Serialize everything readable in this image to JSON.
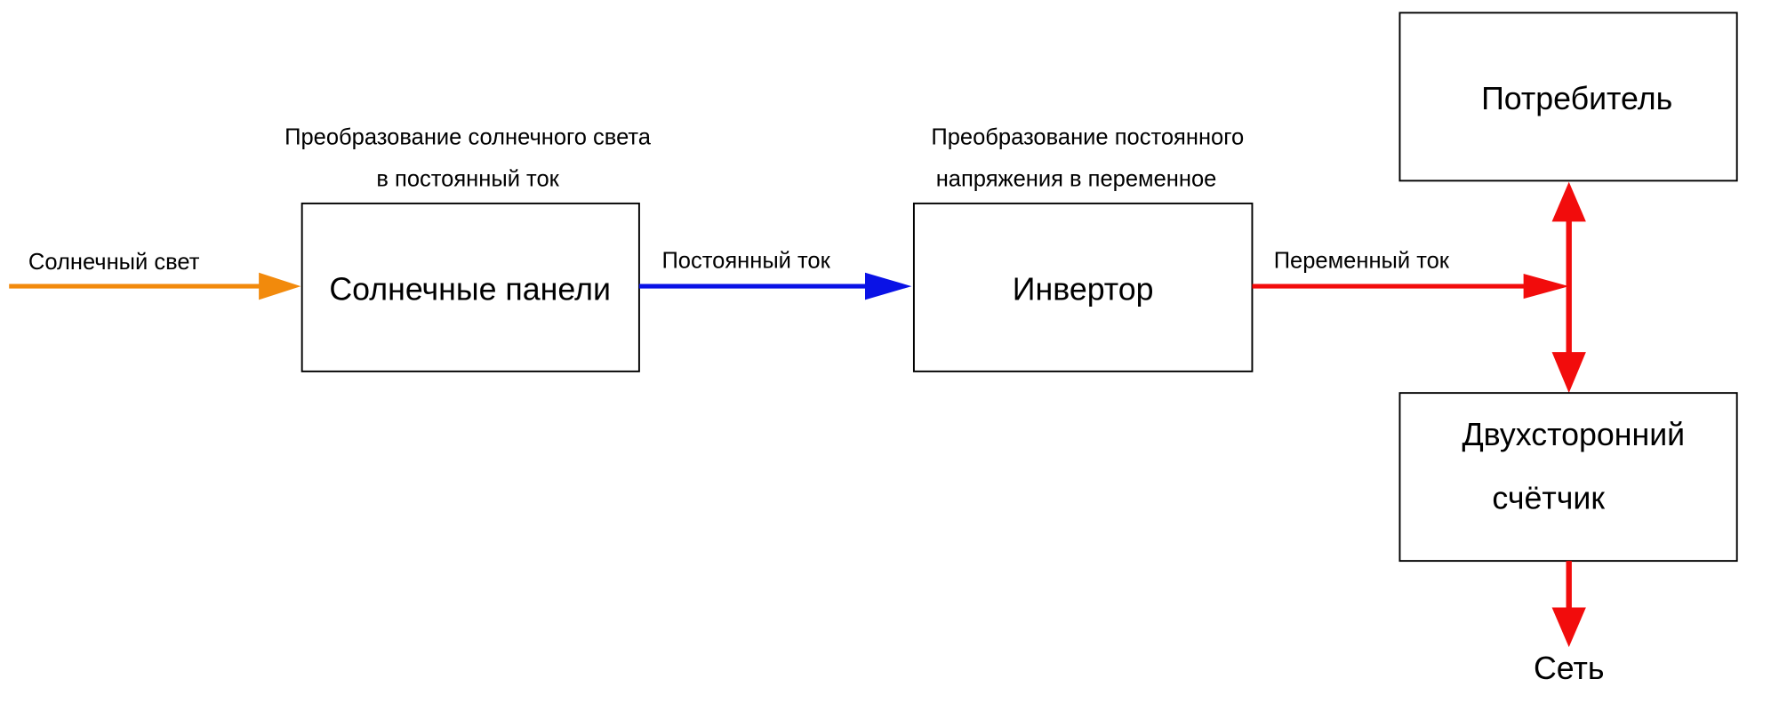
{
  "colors": {
    "sunlight": "#f28a0c",
    "dc": "#0a12e6",
    "ac": "#f20c0c"
  },
  "input_label": "Солнечный свет",
  "panels": {
    "title": "Солнечные панели",
    "caption": [
      "Преобразование солнечного света",
      "в постоянный ток"
    ]
  },
  "dc_label": "Постоянный ток",
  "inverter": {
    "title": "Инвертор",
    "caption": [
      "Преобразование постоянного",
      "напряжения в переменное"
    ]
  },
  "ac_label": "Переменный ток",
  "consumer": {
    "title": "Потребитель"
  },
  "meter": {
    "title": [
      "Двухсторонний",
      "счётчик"
    ]
  },
  "grid_label": "Сеть"
}
